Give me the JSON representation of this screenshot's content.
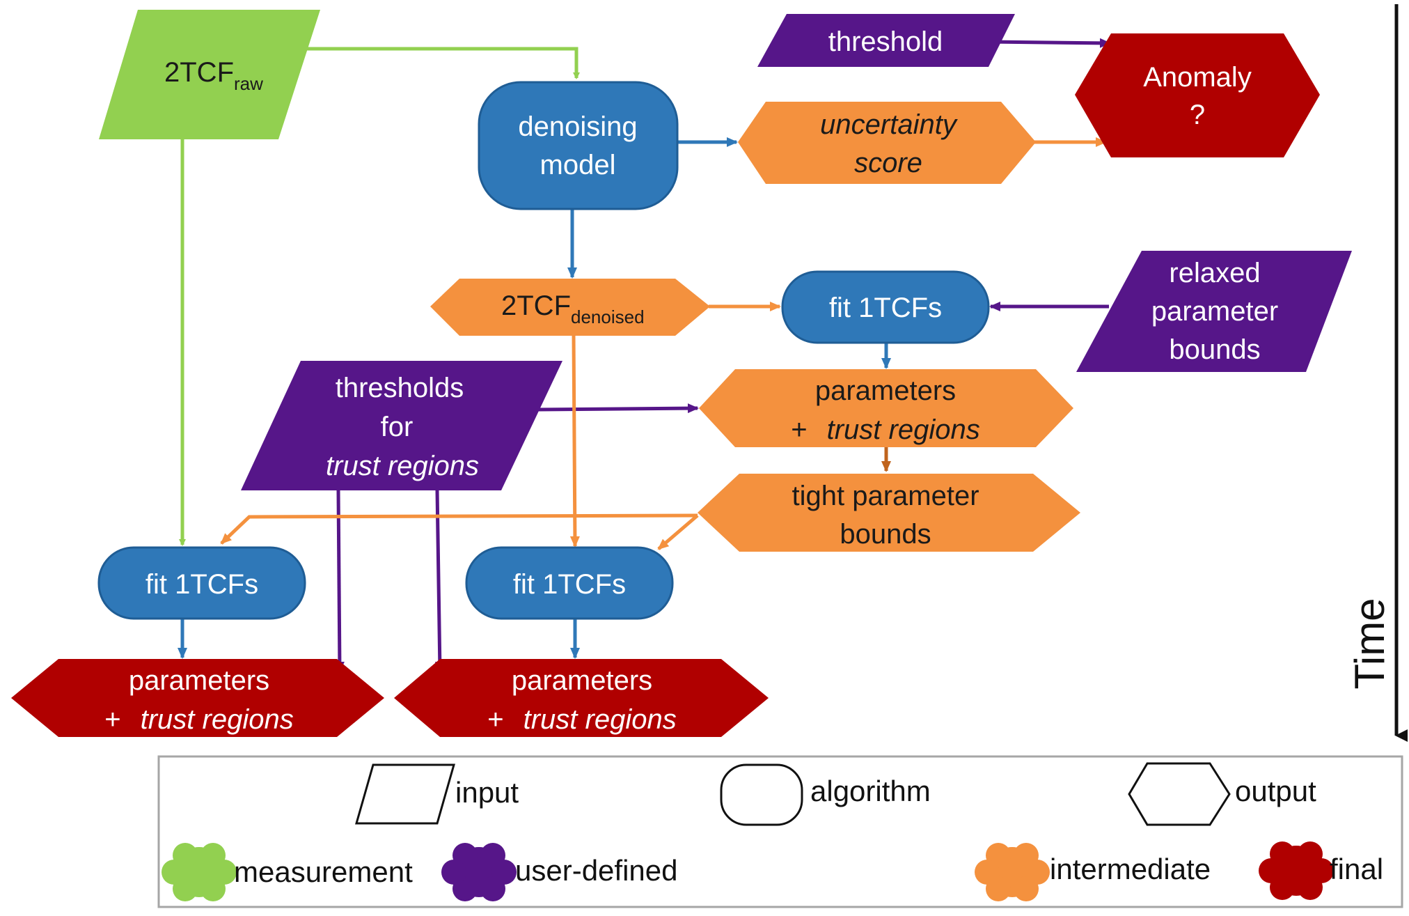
{
  "colors": {
    "measurement": "#92d050",
    "user_defined": "#561689",
    "intermediate": "#f4913e",
    "final": "#b00000",
    "algorithm": "#2f78b8",
    "arrow_green": "#92d050",
    "arrow_blue": "#2f78b8",
    "arrow_purple": "#561689",
    "arrow_orange": "#f4913e",
    "arrow_dark_orange": "#c0641e"
  },
  "nodes": {
    "raw_input": {
      "main": "2TCF",
      "sub": "raw"
    },
    "denoising_model": {
      "line1": "denoising",
      "line2": "model"
    },
    "threshold": {
      "label": "threshold"
    },
    "uncertainty_score": {
      "line1": "uncertainty",
      "line2": "score"
    },
    "anomaly": {
      "line1": "Anomaly",
      "line2": "?"
    },
    "denoised": {
      "main": "2TCF",
      "sub": "denoised"
    },
    "fit_top": {
      "label": "fit 1TCFs"
    },
    "relaxed_bounds": {
      "line1": "relaxed",
      "line2": "parameter",
      "line3": "bounds"
    },
    "thresholds_trust": {
      "line1": "thresholds",
      "line2": "for",
      "line3": "trust regions"
    },
    "params_mid": {
      "line1": "parameters",
      "line2_prefix": "+",
      "line2_italic": "trust regions"
    },
    "tight_bounds": {
      "line1": "tight parameter",
      "line2": "bounds"
    },
    "fit_left": {
      "label": "fit 1TCFs"
    },
    "fit_mid": {
      "label": "fit 1TCFs"
    },
    "params_left": {
      "line1": "parameters",
      "line2_prefix": "+",
      "line2_italic": "trust regions"
    },
    "params_right": {
      "line1": "parameters",
      "line2_prefix": "+",
      "line2_italic": "trust regions"
    }
  },
  "time_axis": {
    "label": "Time"
  },
  "legend": {
    "shapes": [
      {
        "name": "input",
        "label": "input"
      },
      {
        "name": "algorithm",
        "label": "algorithm"
      },
      {
        "name": "output",
        "label": "output"
      }
    ],
    "colors": [
      {
        "name": "measurement",
        "label": "measurement",
        "color": "#92d050"
      },
      {
        "name": "user-defined",
        "label": "user-defined",
        "color": "#561689"
      },
      {
        "name": "intermediate",
        "label": "intermediate",
        "color": "#f4913e"
      },
      {
        "name": "final",
        "label": "final",
        "color": "#b00000"
      }
    ]
  }
}
